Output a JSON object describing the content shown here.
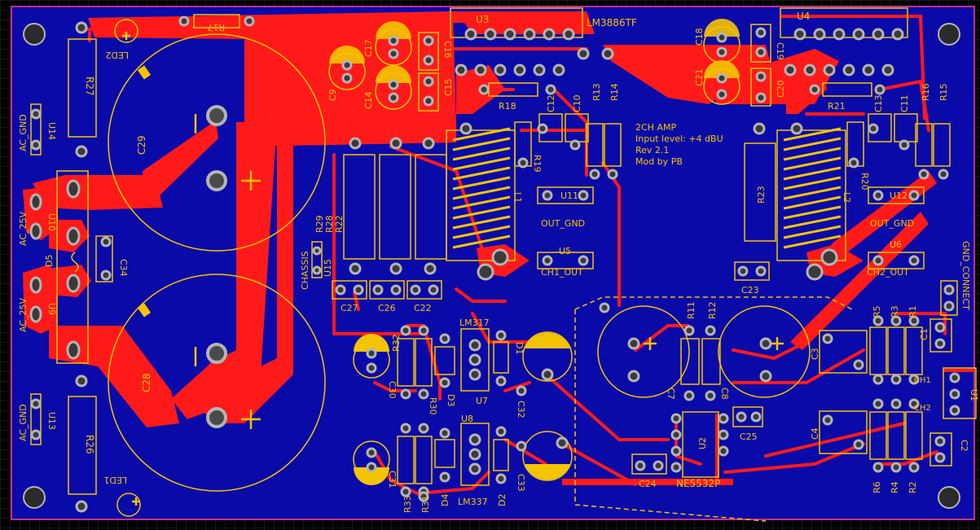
{
  "board": {
    "note_lines": [
      "2CH AMP",
      "Input level: +4 dBU",
      "Rev 2.1",
      "Mod by PB"
    ],
    "colors": {
      "substrate": "#0a0aa8",
      "copper": "#ff1a1a",
      "silkscreen": "#f5c400",
      "pad": "#b4b4b4",
      "background": "#000000"
    }
  },
  "labels": {
    "R17": "R17",
    "LED2": "LED2",
    "R27": "R27",
    "C29": "C29",
    "AC_GND_top": "AC_GND",
    "U14": "U14",
    "AC25V_1": "AC_25V",
    "U10": "U10",
    "D5": "D5",
    "C34": "C34",
    "AC25V_2": "AC_25V",
    "U9": "U9",
    "C28": "C28",
    "AC_GND_bot": "AC_GND",
    "U13": "U13",
    "R26": "R26",
    "LED1": "LED1",
    "C17": "C17",
    "C9": "C9",
    "C14": "C14",
    "C16": "C16",
    "C15": "C15",
    "U3": "U3",
    "LM3886TF_1": "LM3886TF",
    "U4": "U4",
    "C18": "C18",
    "C19": "C19",
    "C21": "C21",
    "C20": "C20",
    "R18": "R18",
    "C12": "C12",
    "C10": "C10",
    "R13": "R13",
    "R14": "R14",
    "R19": "R19",
    "L1": "L1",
    "U11": "U11",
    "OUT_GND_1": "OUT_GND",
    "U5": "U5",
    "CH1_OUT": "CH1_OUT",
    "R21": "R21",
    "C13": "C13",
    "C11": "C11",
    "R16": "R16",
    "R15": "R15",
    "R23": "R23",
    "L2": "L2",
    "R20": "R20",
    "U12": "U12",
    "OUT_GND_2": "OUT_GND",
    "U6": "U6",
    "CH2_OUT": "CH2_OUT",
    "C23": "C23",
    "GND_CONNECT": "GND_CONNECT",
    "R29": "R29",
    "R28": "R28",
    "R22": "R22",
    "CHASSIS": "CHASSIS",
    "U15": "U15",
    "C27": "C27",
    "C26": "C26",
    "C22": "C22",
    "LM317": "LM317",
    "D1": "D1",
    "R32": "R32",
    "C30": "C30",
    "R30": "R30",
    "D3": "D3",
    "U7": "U7",
    "C32": "C32",
    "U8": "U8",
    "C31": "C31",
    "R33": "R33",
    "R31": "R31",
    "D4": "D4",
    "LM337": "LM337",
    "D2": "D2",
    "C33": "C33",
    "R11": "R11",
    "R12": "R12",
    "C7": "C7",
    "C8": "C8",
    "C3": "C3",
    "U2": "U2",
    "C25": "C25",
    "C24": "C24",
    "NE5532P": "NE5532P",
    "R5": "R5",
    "R3": "R3",
    "R1": "R1",
    "C1": "C1",
    "CH1": "CH1",
    "CH2": "CH2",
    "U1": "U1",
    "C4": "C4",
    "R6": "R6",
    "R4": "R4",
    "R2": "R2",
    "C2": "C2"
  }
}
